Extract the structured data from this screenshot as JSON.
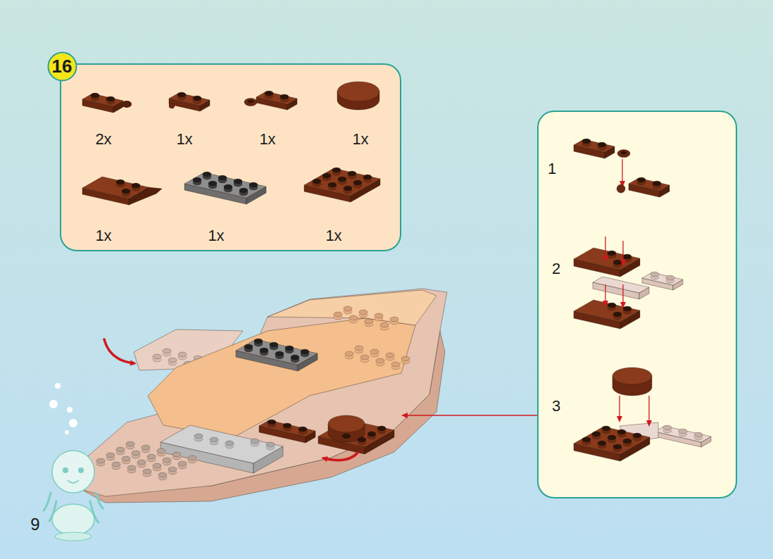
{
  "diagram": {
    "nodes": [
      {
        "text": [
          "16"
        ]
      },
      {
        "text": [
          "2x",
          "1x",
          "1x",
          "1x",
          "1x",
          "1x",
          "1x"
        ]
      },
      {
        "text": [
          "1",
          "2",
          "3"
        ]
      }
    ],
    "labels": [
      "9"
    ]
  }
}
